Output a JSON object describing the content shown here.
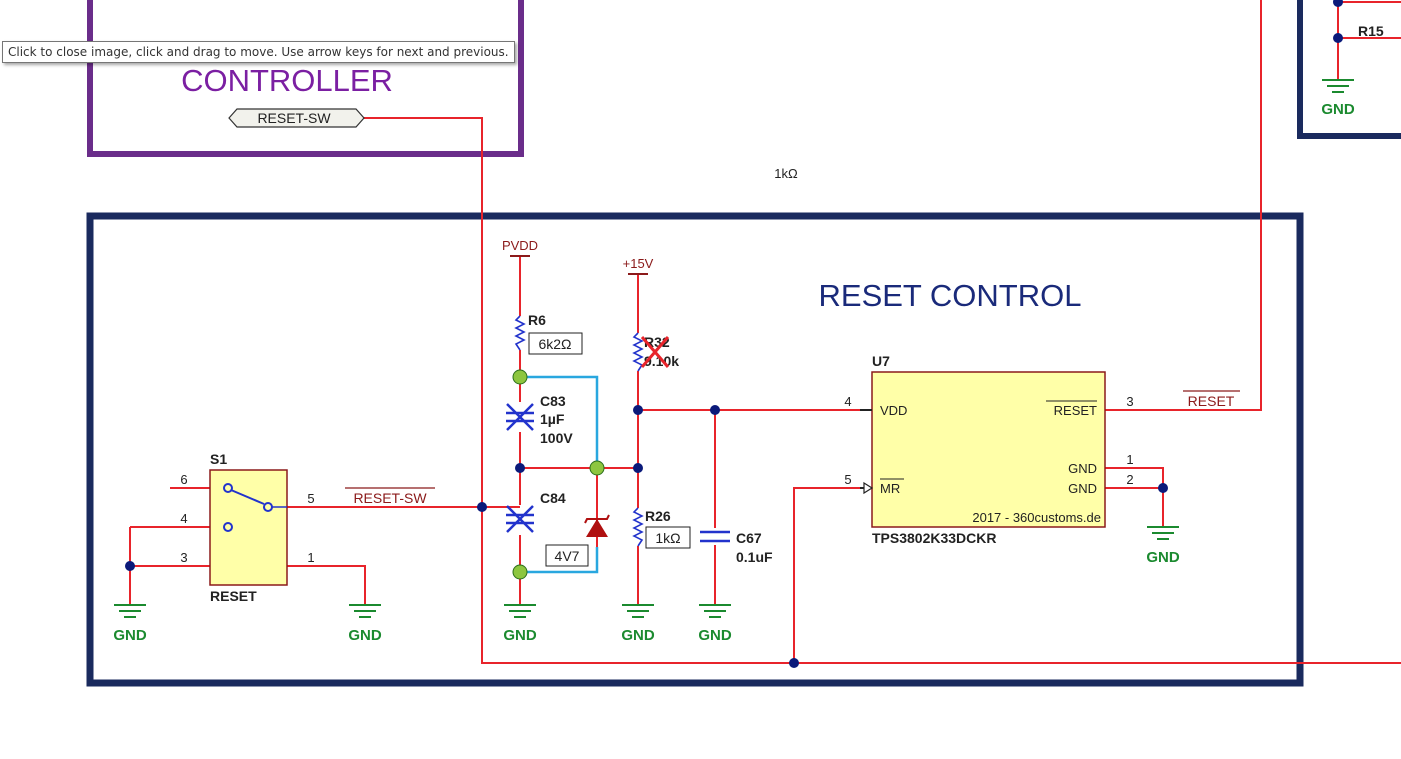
{
  "tooltip": "Click to close image, click and drag to move. Use arrow keys for next and previous.",
  "controller": {
    "title": "CONTROLLER",
    "port": "RESET-SW"
  },
  "stray_label": "1kΩ",
  "reset_block": {
    "title": "RESET CONTROL"
  },
  "corner": {
    "r15": "R15",
    "gnd": "GND"
  },
  "power": {
    "pvdd": "PVDD",
    "p15v": "+15V"
  },
  "gnd": "GND",
  "s1": {
    "ref": "S1",
    "name": "RESET",
    "pins": [
      "6",
      "4",
      "3",
      "5",
      "1"
    ],
    "net": "RESET-SW"
  },
  "r6": {
    "ref": "R6",
    "value": "6k2Ω"
  },
  "c83": {
    "ref": "C83",
    "value": "1µF",
    "voltage": "100V"
  },
  "c84": {
    "ref": "C84"
  },
  "zener": {
    "value": "4V7"
  },
  "r32": {
    "ref": "R32",
    "value": "9.10k"
  },
  "r26": {
    "ref": "R26",
    "value": "1kΩ"
  },
  "c67": {
    "ref": "C67",
    "value": "0.1uF"
  },
  "u7": {
    "ref": "U7",
    "part": "TPS3802K33DCKR",
    "credit": "2017 - 360customs.de",
    "pins": {
      "vdd": "VDD",
      "mr": "MR",
      "reset": "RESET",
      "gnd1": "GND",
      "gnd2": "GND"
    },
    "pin_numbers": {
      "vdd": "4",
      "mr": "5",
      "reset": "3",
      "gnd1": "1",
      "gnd2": "2"
    },
    "out_net": "RESET"
  },
  "colors": {
    "wire": "#e8242b",
    "junction": "#0b1a7a",
    "frame": "#1a2a5e",
    "controller_frame": "#6a2d8a",
    "controller_text": "#7b1fa2",
    "ground": "#1b8a2f",
    "power": "#8b1a1a",
    "component": "#8b1a1a",
    "cap": "#2233cc",
    "chip_fill": "#ffffa8",
    "green_node": "#8dc63f",
    "c83_wire": "#29a7df",
    "title_text": "#1a2a7a"
  }
}
